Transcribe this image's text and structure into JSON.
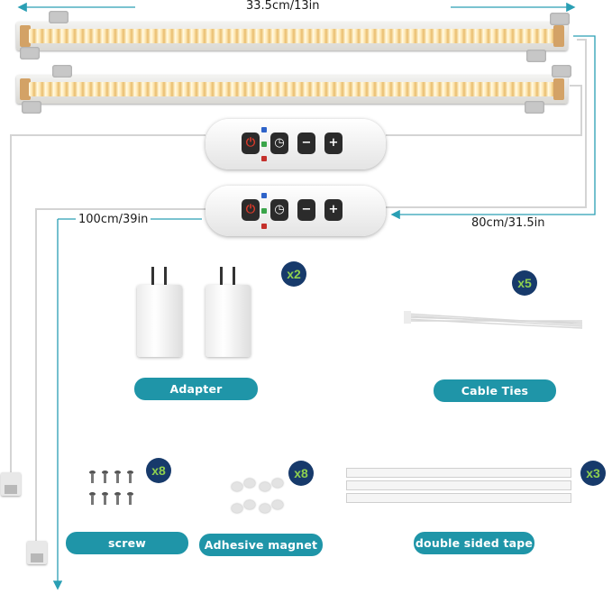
{
  "dimensions": {
    "strip_length": "33.5cm/13in",
    "cable_length": "100cm/39in",
    "extension_length": "80cm/31.5in"
  },
  "accessories": {
    "adapter": {
      "label": "Adapter",
      "quantity": "x2"
    },
    "cable_ties": {
      "label": "Cable  Ties",
      "quantity": "x5"
    },
    "screw": {
      "label": "screw",
      "quantity": "x8"
    },
    "magnet": {
      "label": "Adhesive magnet",
      "quantity": "x8"
    },
    "tape": {
      "label": "double sided tape",
      "quantity": "x3"
    }
  },
  "controller": {
    "buttons": [
      "⏻",
      "◷",
      "−",
      "+"
    ]
  },
  "colors": {
    "accent": "#1f95a8",
    "badge_bg": "#173a6b",
    "badge_text": "#8fd14f",
    "dimension_line": "#2a9fb4"
  },
  "icons": [
    "power-icon",
    "timer-icon",
    "minus-icon",
    "plus-icon"
  ]
}
